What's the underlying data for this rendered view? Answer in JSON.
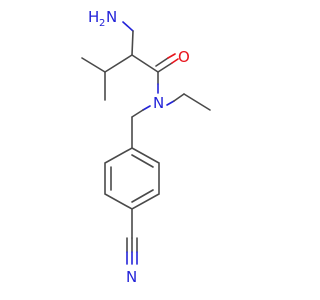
{
  "molecule": {
    "atom_labels": {
      "amine_h": "H",
      "amine_sub": "2",
      "amine_n": "N",
      "carbonyl_o": "O",
      "amide_n": "N",
      "nitrile_n": "N"
    }
  },
  "colors": {
    "bond": "#4a4a4a",
    "nitrogen": "#2323d8",
    "oxygen": "#e8141c",
    "background": "#ffffff"
  }
}
